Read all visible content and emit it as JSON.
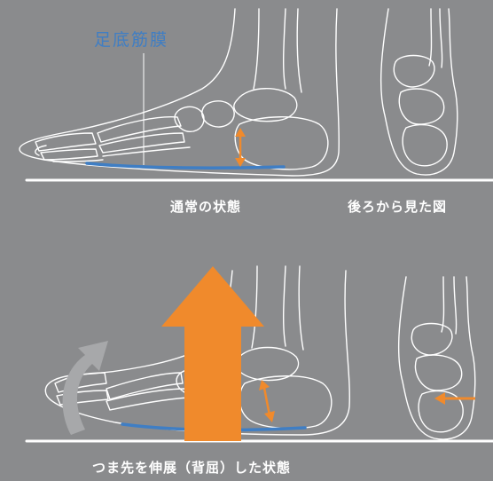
{
  "labels": {
    "plantar_fascia": "足底筋膜",
    "normal_state": "通常の状態",
    "back_view": "後ろから見た図",
    "toe_extension": "つま先を伸展（背屈）した状態"
  },
  "colors": {
    "background": "#8a8b8d",
    "outline": "#ffffff",
    "fascia": "#3f7ec4",
    "arrow": "#f08a2c",
    "toe_arrow": "#a7a8aa"
  }
}
